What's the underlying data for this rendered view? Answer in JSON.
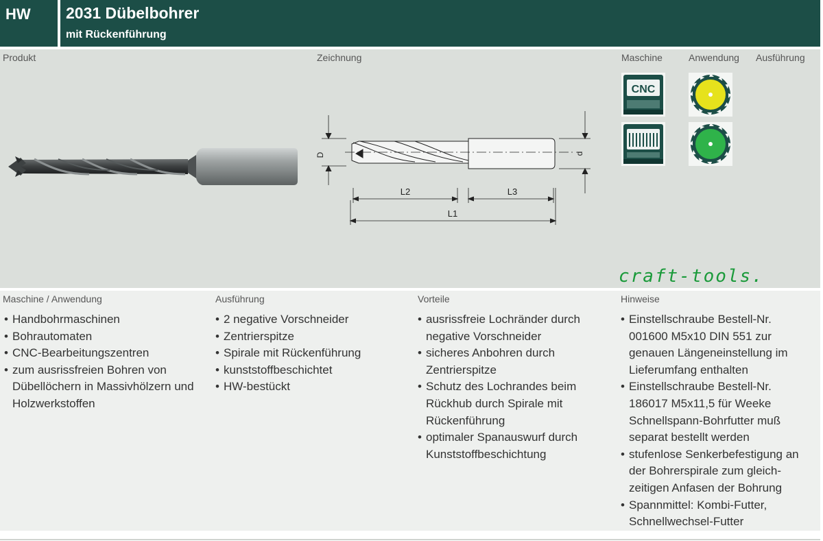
{
  "header": {
    "badge": "HW",
    "title": "2031 Dübelbohrer",
    "subtitle": "mit Rückenführung"
  },
  "top": {
    "produkt_label": "Produkt",
    "zeichnung_label": "Zeichnung",
    "maschine_label": "Maschine",
    "anwendung_label": "Anwendung",
    "ausfuehrung_label": "Ausführung",
    "drawing_labels": {
      "D": "D",
      "d": "d",
      "L1": "L1",
      "L2": "L2",
      "L3": "L3"
    },
    "cnc_text": "CNC",
    "logo": "craft-tools."
  },
  "icons": [
    "cnc-machine-icon",
    "drilling-machine-icon",
    "yellow-saw-blade-icon",
    "green-saw-blade-icon"
  ],
  "colors": {
    "header_bg": "#1c4e47",
    "top_bg": "#dbdfdb",
    "bottom_bg": "#eef0ee",
    "logo": "#1a9a3a"
  },
  "bottom": {
    "maschine": {
      "heading": "Maschine / Anwendung",
      "items": [
        "Handbohrmaschinen",
        "Bohrautomaten",
        "CNC-Bearbeitungszentren",
        "zum ausrissfreien Bohren von Dübellöchern in Massivhölzern und Holzwerkstoffen"
      ]
    },
    "ausfuehrung": {
      "heading": "Ausführung",
      "items": [
        "2 negative Vorschneider",
        "Zentrierspitze",
        "Spirale mit Rückenführung",
        "kunststoffbeschichtet",
        "HW-bestückt"
      ]
    },
    "vorteile": {
      "heading": "Vorteile",
      "items": [
        "ausrissfreie Lochränder durch negative Vorschneider",
        "sicheres Anbohren durch Zentrierspitze",
        "Schutz des Lochrandes beim Rückhub durch Spirale mit Rückenführung",
        "optimaler Spanauswurf durch Kunststoffbeschichtung"
      ]
    },
    "hinweise": {
      "heading": "Hinweise",
      "items": [
        "Einstellschraube Bestell-Nr. 001600 M5x10 DIN 551 zur genauen Längeneinstellung im Lieferumfang enthalten",
        "Einstellschraube Bestell-Nr. 186017 M5x11,5 für Weeke Schnellspann-Bohrfutter muß separat bestellt werden",
        "stufenlose Senkerbefestigung an der Bohrerspirale zum gleich-zeitigen Anfasen der Bohrung",
        "Spannmittel: Kombi-Futter, Schnellwechsel-Futter"
      ]
    }
  }
}
